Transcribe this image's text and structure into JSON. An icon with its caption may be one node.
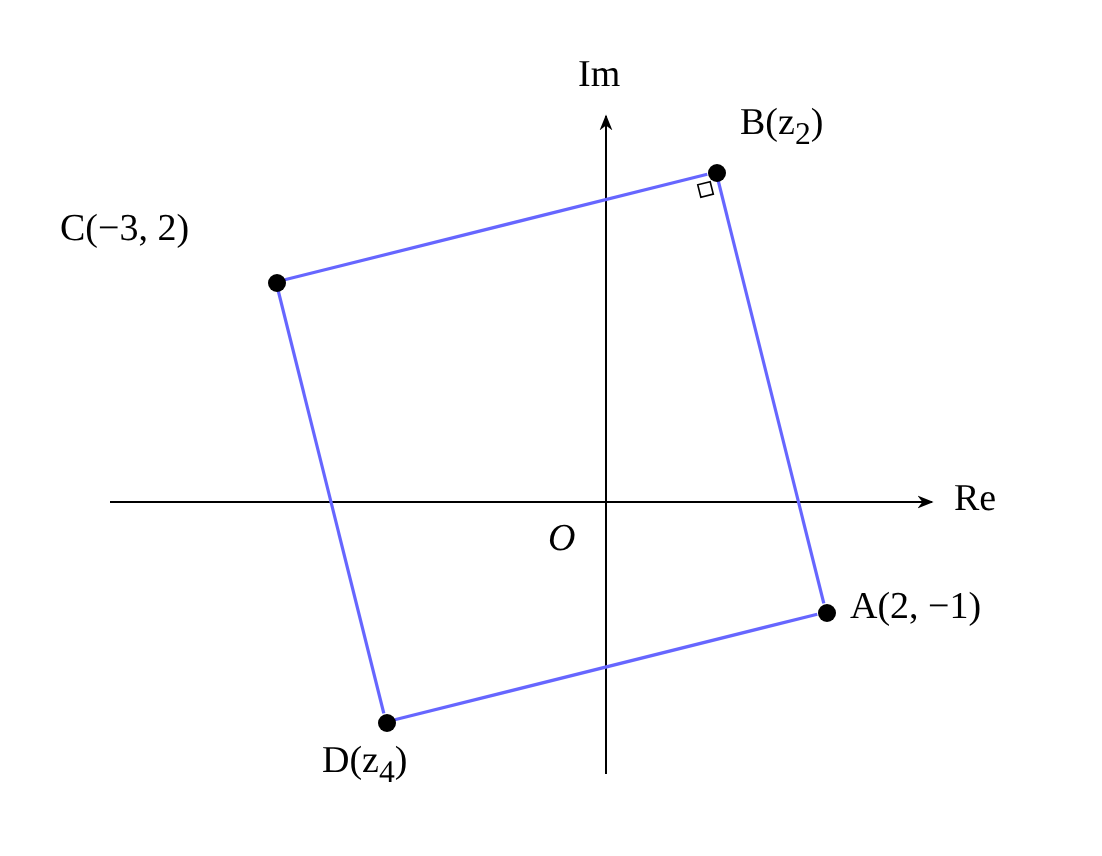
{
  "diagram": {
    "nodes": [
      {
        "text": [
          "A(2, −1)"
        ]
      },
      {
        "text": [
          "B(z$_{2}$)"
        ]
      },
      {
        "text": [
          "C(−3, 2)"
        ]
      },
      {
        "text": [
          "D(z$_{4}$)"
        ]
      }
    ],
    "edges": [
      {
        "from": 0,
        "to": 1,
        "arrow": "none"
      },
      {
        "from": 1,
        "to": 2,
        "arrow": "none"
      },
      {
        "from": 2,
        "to": 3,
        "arrow": "none"
      },
      {
        "from": 3,
        "to": 0,
        "arrow": "none"
      }
    ],
    "labels": [
      "Im",
      "Re",
      "O"
    ]
  }
}
